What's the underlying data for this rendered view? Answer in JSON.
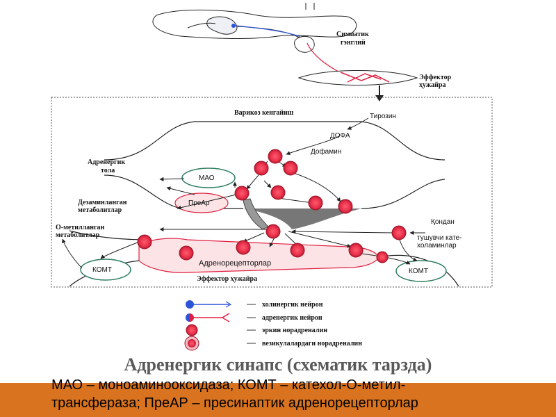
{
  "diagram": {
    "labels": {
      "sympathetic_ganglion": [
        "Симпатик",
        "гэнглий"
      ],
      "effector_cell_top": [
        "Эффектор",
        "ҳужайра"
      ],
      "varicose": "Варикоз кенгайиш",
      "tyrosine": "Тирозин",
      "dopa": "ДОФА",
      "dopamine": "Дофамин",
      "adrenergic_fiber": [
        "Адренергик",
        "тола"
      ],
      "mao": "МАО",
      "prear": "ПреАр",
      "deaminated": [
        "Дезаминланган",
        "метаболитлар"
      ],
      "methylated": [
        "О-метилланган",
        "метаболитлар"
      ],
      "komt_left": "КОМТ",
      "komt_right": "КОМТ",
      "receptors": "Адренорецепторлар",
      "effector_cell_bottom": "Эффектор ҳужайра",
      "blood": "Қондан",
      "incoming": [
        "тушувчи кате-",
        "холаминлар"
      ]
    },
    "legend": [
      {
        "label": "холинергик нейрон",
        "symbol": "blue-dot-line"
      },
      {
        "label": "адренергик нейрон",
        "symbol": "blue-red-dot-fork"
      },
      {
        "label": "эркин норадреналин",
        "symbol": "red-dot"
      },
      {
        "label": "везикулалардаги норадреналин",
        "symbol": "vesicle"
      }
    ],
    "colors": {
      "vesicle": "#e8304a",
      "neuron_blue": "#2b55d6",
      "neuron_red": "#e02040",
      "receptor_fill": "#fbe3e6"
    }
  },
  "title": "Адренергик синапс (схематик тарзда)",
  "caption": [
    "МАО – моноаминооксидаза; КОМТ – катехол-О-метил-",
    "трансфераза; ПреАР – пресинаптик адренорецепторлар"
  ]
}
